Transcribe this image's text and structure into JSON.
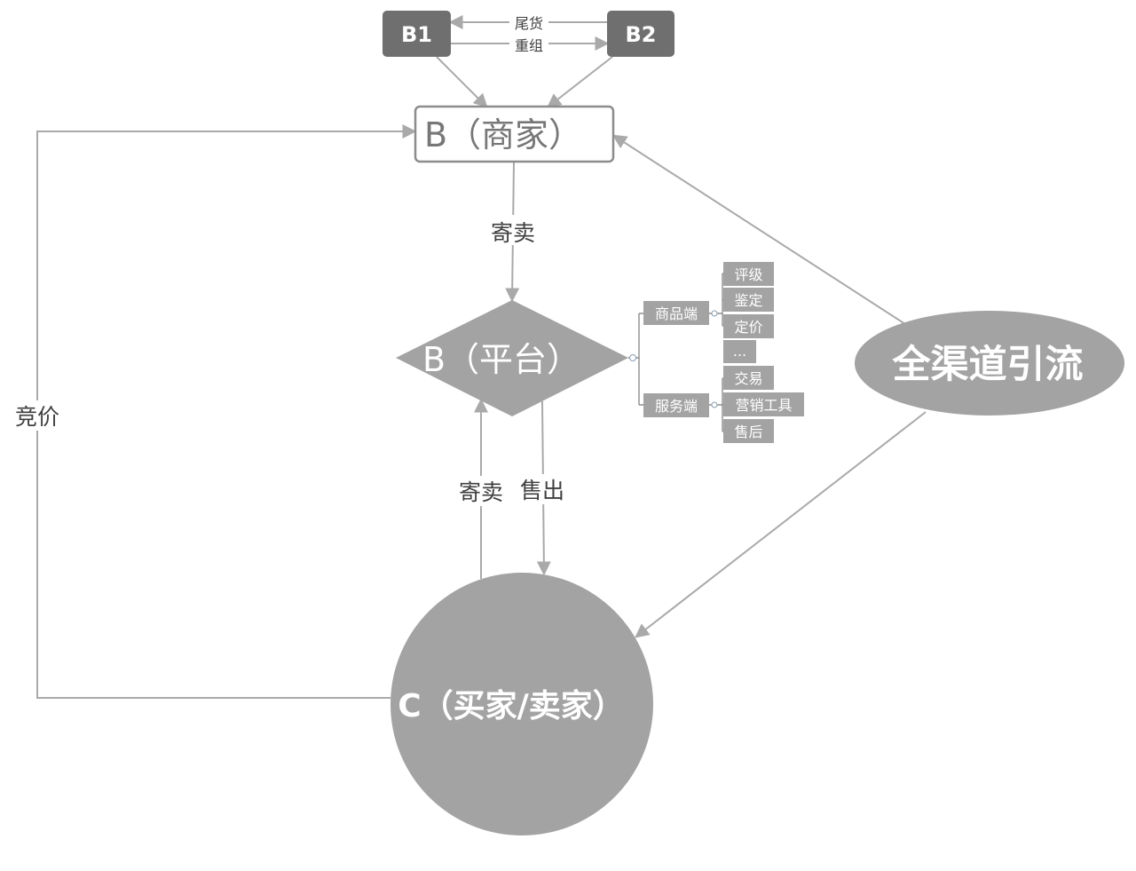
{
  "colors": {
    "dark_node": "#6f6f6f",
    "gray_fill": "#a3a3a3",
    "line": "#a9a9a9",
    "text": "#3f3f3f",
    "white": "#ffffff"
  },
  "nodes": {
    "b1": "B1",
    "b2": "B2",
    "merchant": "B（商家）",
    "platform": "B（平台）",
    "customer": "C（买家/卖家）",
    "traffic": "全渠道引流"
  },
  "edge_labels": {
    "tail_goods": "尾货",
    "reorganize": "重组",
    "consign_top": "寄卖",
    "consign_bottom": "寄卖",
    "sell_out": "售出",
    "bid": "竞价"
  },
  "mindmap": {
    "groups": {
      "goods": "商品端",
      "service": "服务端"
    },
    "items": {
      "rating": "评级",
      "appraisal": "鉴定",
      "pricing": "定价",
      "ellipsis": "...",
      "trade": "交易",
      "marketing": "营销工具",
      "after_sales": "售后"
    }
  }
}
